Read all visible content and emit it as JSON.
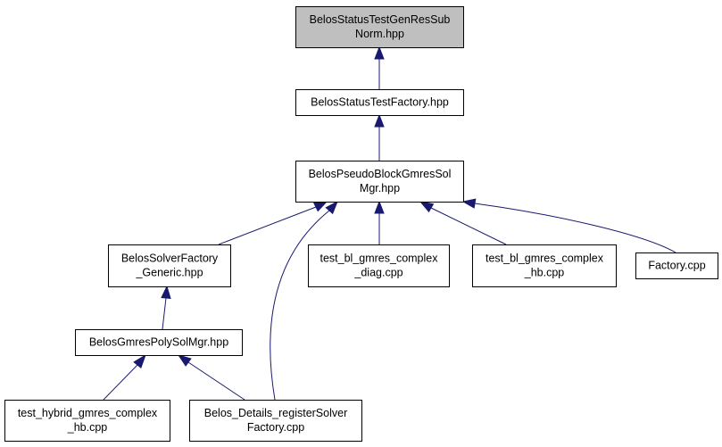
{
  "diagram": {
    "nodes": [
      {
        "id": "n0",
        "lines": [
          "BelosStatusTestGenResSub",
          "Norm.hpp"
        ],
        "highlighted": true
      },
      {
        "id": "n1",
        "lines": [
          "BelosStatusTestFactory.hpp"
        ]
      },
      {
        "id": "n2",
        "lines": [
          "BelosPseudoBlockGmresSol",
          "Mgr.hpp"
        ]
      },
      {
        "id": "n3",
        "lines": [
          "BelosSolverFactory",
          "_Generic.hpp"
        ]
      },
      {
        "id": "n4",
        "lines": [
          "test_bl_gmres_complex",
          "_diag.cpp"
        ]
      },
      {
        "id": "n5",
        "lines": [
          "test_bl_gmres_complex",
          "_hb.cpp"
        ]
      },
      {
        "id": "n6",
        "lines": [
          "Factory.cpp"
        ]
      },
      {
        "id": "n7",
        "lines": [
          "BelosGmresPolySolMgr.hpp"
        ]
      },
      {
        "id": "n8",
        "lines": [
          "test_hybrid_gmres_complex",
          "_hb.cpp"
        ]
      },
      {
        "id": "n9",
        "lines": [
          "Belos_Details_registerSolver",
          "Factory.cpp"
        ]
      }
    ],
    "edges": [
      {
        "from": "n1",
        "to": "n0"
      },
      {
        "from": "n2",
        "to": "n1"
      },
      {
        "from": "n3",
        "to": "n2"
      },
      {
        "from": "n9",
        "to": "n2"
      },
      {
        "from": "n4",
        "to": "n2"
      },
      {
        "from": "n5",
        "to": "n2"
      },
      {
        "from": "n6",
        "to": "n2"
      },
      {
        "from": "n7",
        "to": "n3"
      },
      {
        "from": "n8",
        "to": "n7"
      },
      {
        "from": "n9",
        "to": "n7"
      }
    ],
    "colors": {
      "edge": "#191970",
      "highlight_fill": "#bfbfbf",
      "node_fill": "#ffffff",
      "node_border": "#000000"
    }
  }
}
